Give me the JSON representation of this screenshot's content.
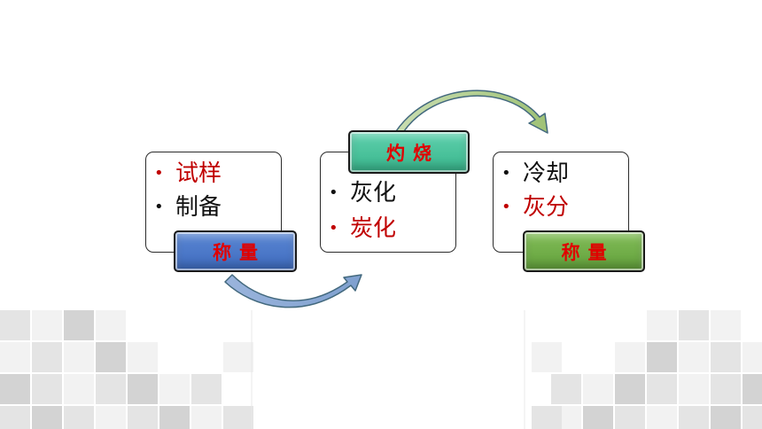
{
  "colors": {
    "weigh_tag": "#4a78c8",
    "burn_tag": "#45c49a",
    "final_tag": "#70ad47",
    "tag_text": "#e00000",
    "red_text": "#c00000",
    "arrow_stroke": "#43697e",
    "arrow_fill_left": "#7fa0cf",
    "arrow_fill_right": "#b3d18a"
  },
  "steps": [
    {
      "items": [
        {
          "bullet": "•",
          "text": "试样",
          "highlight": true
        },
        {
          "bullet": "•",
          "text": "制备",
          "highlight": false
        }
      ],
      "tag": "称量"
    },
    {
      "items": [
        {
          "bullet": "•",
          "text": "灰化",
          "highlight": false
        },
        {
          "bullet": "•",
          "text": "炭化",
          "highlight": true
        }
      ],
      "tag": "灼烧"
    },
    {
      "items": [
        {
          "bullet": "•",
          "text": "冷却",
          "highlight": false
        },
        {
          "bullet": "•",
          "text": "灰分",
          "highlight": true
        }
      ],
      "tag": "称量"
    }
  ]
}
